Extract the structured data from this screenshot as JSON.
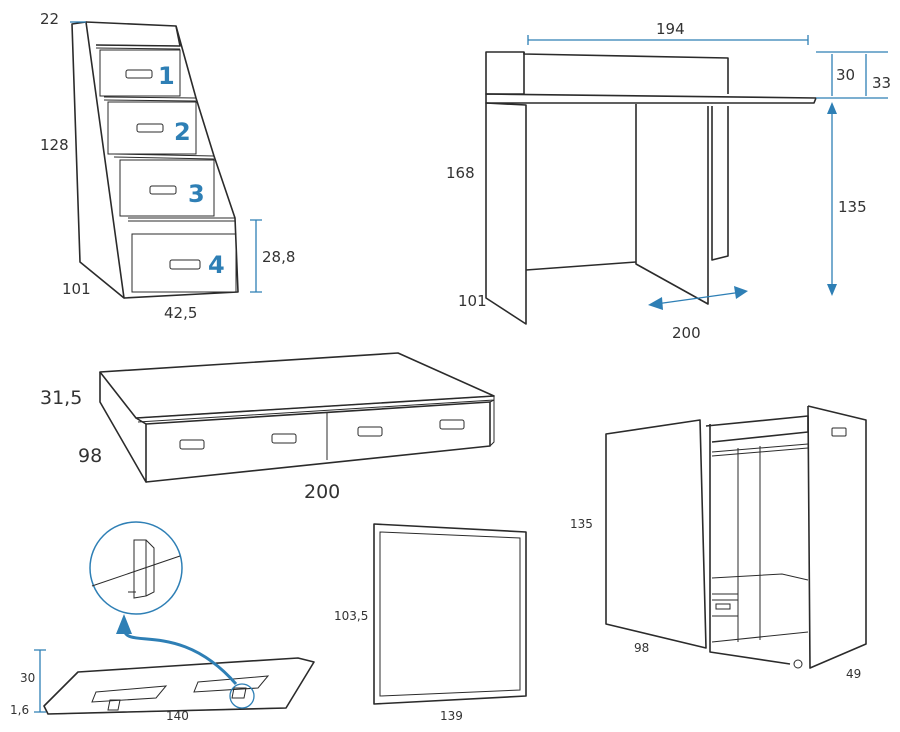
{
  "colors": {
    "line": "#2b2b2b",
    "dimension": "#2e7fb5",
    "text": "#333333"
  },
  "staircase": {
    "dims": {
      "top": "22",
      "height": "128",
      "depth": "101",
      "width": "42,5",
      "drawer_height": "28,8"
    },
    "steps": [
      "1",
      "2",
      "3",
      "4"
    ]
  },
  "desk": {
    "dims": {
      "width": "194",
      "upstand": "30",
      "upstand_total": "33",
      "height": "168",
      "leg_height": "135",
      "depth": "101",
      "slide": "200"
    }
  },
  "trundle": {
    "dims": {
      "height": "31,5",
      "depth": "98",
      "length": "200"
    }
  },
  "wardrobe": {
    "dims": {
      "height": "135",
      "depth": "98",
      "width": "49"
    }
  },
  "shelf": {
    "dims": {
      "height": "30",
      "thickness": "1,6",
      "length": "140"
    }
  },
  "mirror": {
    "dims": {
      "height": "103,5",
      "width": "139"
    }
  }
}
